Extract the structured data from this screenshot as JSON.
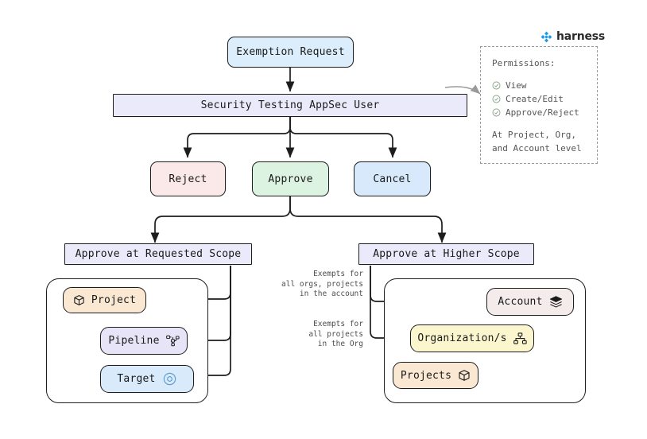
{
  "brand": {
    "name": "harness",
    "logo_color": "#1b9ae8",
    "icon": "harness-diamond-logo"
  },
  "nodes": {
    "exemption_request": {
      "label": "Exemption Request",
      "fill": "#dceefb"
    },
    "appsec_user": {
      "label": "Security Testing AppSec User",
      "fill": "#ebeafa"
    },
    "reject": {
      "label": "Reject",
      "fill": "#fbe9ea"
    },
    "approve": {
      "label": "Approve",
      "fill": "#ddf3e1"
    },
    "cancel": {
      "label": "Cancel",
      "fill": "#d7e9fb"
    },
    "requested_scope": {
      "label": "Approve at Requested Scope",
      "fill": "#ebeafa"
    },
    "higher_scope": {
      "label": "Approve at Higher Scope",
      "fill": "#ebeafa"
    },
    "project": {
      "label": "Project",
      "fill": "#fbe8d3",
      "icon": "cube-icon"
    },
    "pipeline": {
      "label": "Pipeline",
      "fill": "#e8e4f7",
      "icon": "pipeline-nodes-icon"
    },
    "target": {
      "label": "Target",
      "fill": "#d9eafb",
      "icon": "target-ring-icon"
    },
    "account": {
      "label": "Account",
      "fill": "#f4ecea",
      "icon": "layers-stack-icon"
    },
    "organizations": {
      "label": "Organization/s",
      "fill": "#fcf6cf",
      "icon": "org-chart-icon"
    },
    "projects": {
      "label": "Projects",
      "fill": "#fbe8d3",
      "icon": "cube-icon"
    }
  },
  "permissions": {
    "heading": "Permissions:",
    "items": [
      {
        "label": "View",
        "icon": "check-circle-icon"
      },
      {
        "label": "Create/Edit",
        "icon": "check-circle-icon"
      },
      {
        "label": "Approve/Reject",
        "icon": "check-circle-icon"
      }
    ],
    "footer_line1": "At Project, Org,",
    "footer_line2": "and Account level"
  },
  "annotations": {
    "account_scope": "Exempts for\nall orgs, projects\nin the account",
    "org_scope": "Exempts for\nall projects\nin the Org"
  }
}
